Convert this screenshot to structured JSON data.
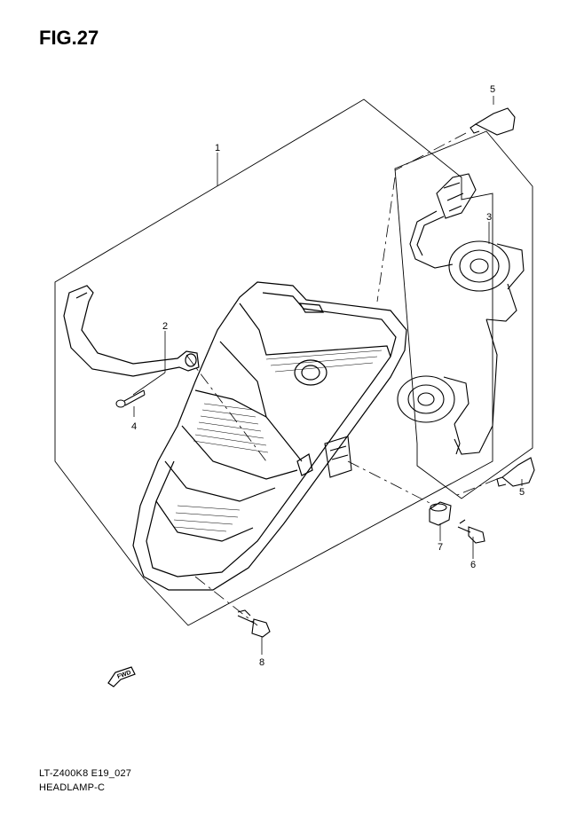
{
  "header": {
    "figure_title": "FIG.27"
  },
  "footer": {
    "model_code": "LT-Z400K8 E19_027",
    "section_name": "HEADLAMP-C"
  },
  "callouts": [
    {
      "id": "1",
      "label": "1"
    },
    {
      "id": "2",
      "label": "2"
    },
    {
      "id": "3",
      "label": "3"
    },
    {
      "id": "4",
      "label": "4"
    },
    {
      "id": "5a",
      "label": "5"
    },
    {
      "id": "5b",
      "label": "5"
    },
    {
      "id": "6",
      "label": "6"
    },
    {
      "id": "7",
      "label": "7"
    },
    {
      "id": "8",
      "label": "8"
    }
  ],
  "fwd_badge": {
    "label": "FWD"
  }
}
